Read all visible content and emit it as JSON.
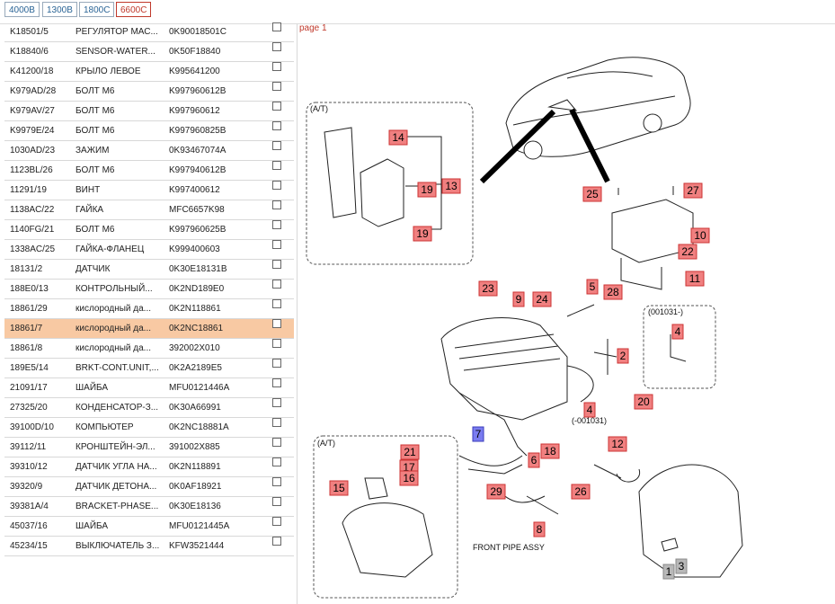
{
  "tabs": [
    {
      "label": "4000B",
      "active": false
    },
    {
      "label": "1300B",
      "active": false
    },
    {
      "label": "1800C",
      "active": false
    },
    {
      "label": "6600C",
      "active": true
    }
  ],
  "page_label": "page 1",
  "rows": [
    {
      "code": "K18501/5",
      "name": "РЕГУЛЯТОР МАС...",
      "part": "0K90018501C",
      "selected": false
    },
    {
      "code": "K18840/6",
      "name": "SENSOR-WATER...",
      "part": "0K50F18840",
      "selected": false
    },
    {
      "code": "K41200/18",
      "name": "КРЫЛО ЛЕВОЕ",
      "part": "K995641200",
      "selected": false
    },
    {
      "code": "K979AD/28",
      "name": "БОЛТ M6",
      "part": "K997960612B",
      "selected": false
    },
    {
      "code": "K979AV/27",
      "name": "БОЛТ M6",
      "part": "K997960612",
      "selected": false
    },
    {
      "code": "K9979E/24",
      "name": "БОЛТ M6",
      "part": "K997960825B",
      "selected": false
    },
    {
      "code": "1030AD/23",
      "name": "ЗАЖИМ",
      "part": "0K93467074A",
      "selected": false
    },
    {
      "code": "1123BL/26",
      "name": "БОЛТ M6",
      "part": "K997940612B",
      "selected": false
    },
    {
      "code": "11291/19",
      "name": "ВИНТ",
      "part": "K997400612",
      "selected": false
    },
    {
      "code": "1138AC/22",
      "name": "ГАЙКА",
      "part": "MFC6657K98",
      "selected": false
    },
    {
      "code": "1140FG/21",
      "name": "БОЛТ M6",
      "part": "K997960625B",
      "selected": false
    },
    {
      "code": "1338AC/25",
      "name": "ГАЙКА-ФЛАНЕЦ",
      "part": "K999400603",
      "selected": false
    },
    {
      "code": "18131/2",
      "name": "ДАТЧИК",
      "part": "0K30E18131B",
      "selected": false
    },
    {
      "code": "188E0/13",
      "name": "КОНТРОЛЬНЫЙ...",
      "part": "0K2ND189E0",
      "selected": false
    },
    {
      "code": "18861/29",
      "name": "кислородный да...",
      "part": "0K2N118861",
      "selected": false
    },
    {
      "code": "18861/7",
      "name": "кислородный да...",
      "part": "0K2NC18861",
      "selected": true
    },
    {
      "code": "18861/8",
      "name": "кислородный да...",
      "part": "392002X010",
      "selected": false
    },
    {
      "code": "189E5/14",
      "name": "BRKT-CONT.UNIT,...",
      "part": "0K2A2189E5",
      "selected": false
    },
    {
      "code": "21091/17",
      "name": "ШАЙБА",
      "part": "MFU0121446A",
      "selected": false
    },
    {
      "code": "27325/20",
      "name": "КОНДЕНСАТОР-З...",
      "part": "0K30A66991",
      "selected": false
    },
    {
      "code": "39100D/10",
      "name": "КОМПЬЮТЕР",
      "part": "0K2NC18881A",
      "selected": false
    },
    {
      "code": "39112/11",
      "name": "КРОНШТЕЙН-ЭЛ...",
      "part": "391002X885",
      "selected": false
    },
    {
      "code": "39310/12",
      "name": "ДАТЧИК УГЛА НА...",
      "part": "0K2N118891",
      "selected": false
    },
    {
      "code": "39320/9",
      "name": "ДАТЧИК ДЕТОНА...",
      "part": "0K0AF18921",
      "selected": false
    },
    {
      "code": "39381A/4",
      "name": "BRACKET-PHASE...",
      "part": "0K30E18136",
      "selected": false
    },
    {
      "code": "45037/16",
      "name": "ШАЙБА",
      "part": "MFU0121445A",
      "selected": false
    },
    {
      "code": "45234/15",
      "name": "ВЫКЛЮЧАТЕЛЬ З...",
      "part": "KFW3521444",
      "selected": false
    }
  ],
  "diagram": {
    "labels": {
      "at_top": "(A/T)",
      "at_bottom": "(A/T)",
      "range_a": "(001031-)",
      "range_b": "(-001031)",
      "front_pipe": "FRONT PIPE ASSY"
    },
    "callouts": [
      {
        "n": "14",
        "style": "red"
      },
      {
        "n": "13",
        "style": "red"
      },
      {
        "n": "19",
        "style": "red"
      },
      {
        "n": "19",
        "style": "red"
      },
      {
        "n": "25",
        "style": "red"
      },
      {
        "n": "27",
        "style": "red"
      },
      {
        "n": "10",
        "style": "red"
      },
      {
        "n": "22",
        "style": "red"
      },
      {
        "n": "11",
        "style": "red"
      },
      {
        "n": "23",
        "style": "red"
      },
      {
        "n": "9",
        "style": "red"
      },
      {
        "n": "24",
        "style": "red"
      },
      {
        "n": "5",
        "style": "red"
      },
      {
        "n": "28",
        "style": "red"
      },
      {
        "n": "4",
        "style": "red"
      },
      {
        "n": "2",
        "style": "red"
      },
      {
        "n": "4",
        "style": "red"
      },
      {
        "n": "20",
        "style": "red"
      },
      {
        "n": "7",
        "style": "blue"
      },
      {
        "n": "18",
        "style": "red"
      },
      {
        "n": "6",
        "style": "red"
      },
      {
        "n": "12",
        "style": "red"
      },
      {
        "n": "21",
        "style": "red"
      },
      {
        "n": "17",
        "style": "red"
      },
      {
        "n": "16",
        "style": "red"
      },
      {
        "n": "15",
        "style": "red"
      },
      {
        "n": "29",
        "style": "red"
      },
      {
        "n": "26",
        "style": "red"
      },
      {
        "n": "8",
        "style": "red"
      },
      {
        "n": "1",
        "style": "grey"
      },
      {
        "n": "3",
        "style": "grey"
      }
    ]
  }
}
